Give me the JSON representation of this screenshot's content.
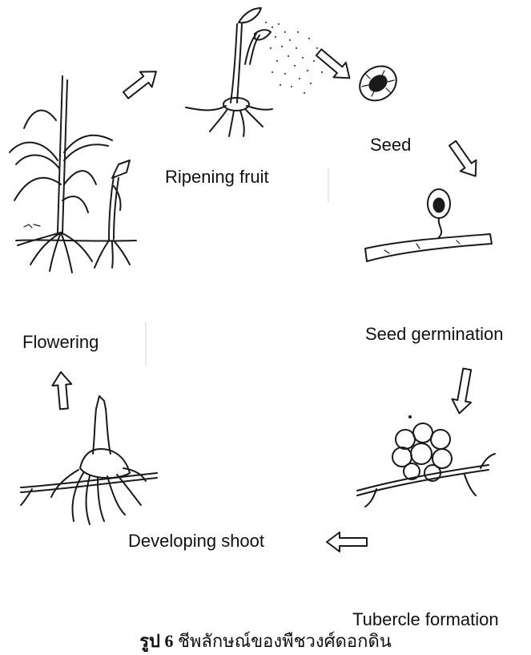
{
  "stages": {
    "ripening_fruit": "Ripening fruit",
    "seed": "Seed",
    "seed_germination": "Seed germination",
    "tubercle_formation": "Tubercle formation",
    "developing_shoot": "Developing shoot",
    "flowering": "Flowering"
  },
  "caption": {
    "figure": "รูป",
    "number": "6",
    "text": "ชีพลักษณ์ของพืชวงศ์ดอกดิน"
  },
  "colors": {
    "ink": "#1a1a1a",
    "background": "#ffffff",
    "seed_shade": "#bbbbbb"
  }
}
